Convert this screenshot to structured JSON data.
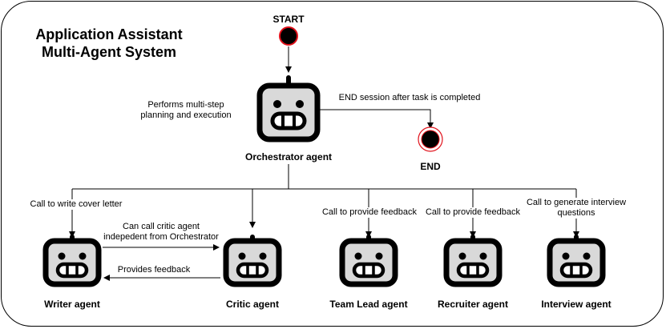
{
  "title": {
    "line1": "Application Assistant",
    "line2": "Multi-Agent System"
  },
  "start_label": "START",
  "end_label": "END",
  "orchestrator": {
    "name": "Orchestrator agent",
    "note_line1": "Performs multi-step",
    "note_line2": "planning and execution",
    "end_note": "END session after task is completed"
  },
  "agents": {
    "writer": {
      "name": "Writer agent",
      "call_label": "Call to write cover letter"
    },
    "critic": {
      "name": "Critic agent"
    },
    "team_lead": {
      "name": "Team Lead agent",
      "call_label": "Call to provide feedback"
    },
    "recruiter": {
      "name": "Recruiter agent",
      "call_label": "Call to provide feedback"
    },
    "interview": {
      "name": "Interview agent",
      "call_line1": "Call to generate interview",
      "call_line2": "questions"
    }
  },
  "writer_critic": {
    "call_line1": "Can call critic agent",
    "call_line2": "indepedent from Orchestrator",
    "feedback_label": "Provides feedback"
  },
  "colors": {
    "terminal_fill": "#000000",
    "terminal_ring": "#e0101a",
    "robot_face": "#d9d9d9",
    "stroke": "#000000"
  },
  "icons": {
    "agent": "robot-icon",
    "terminal": "terminal-circle-icon"
  }
}
